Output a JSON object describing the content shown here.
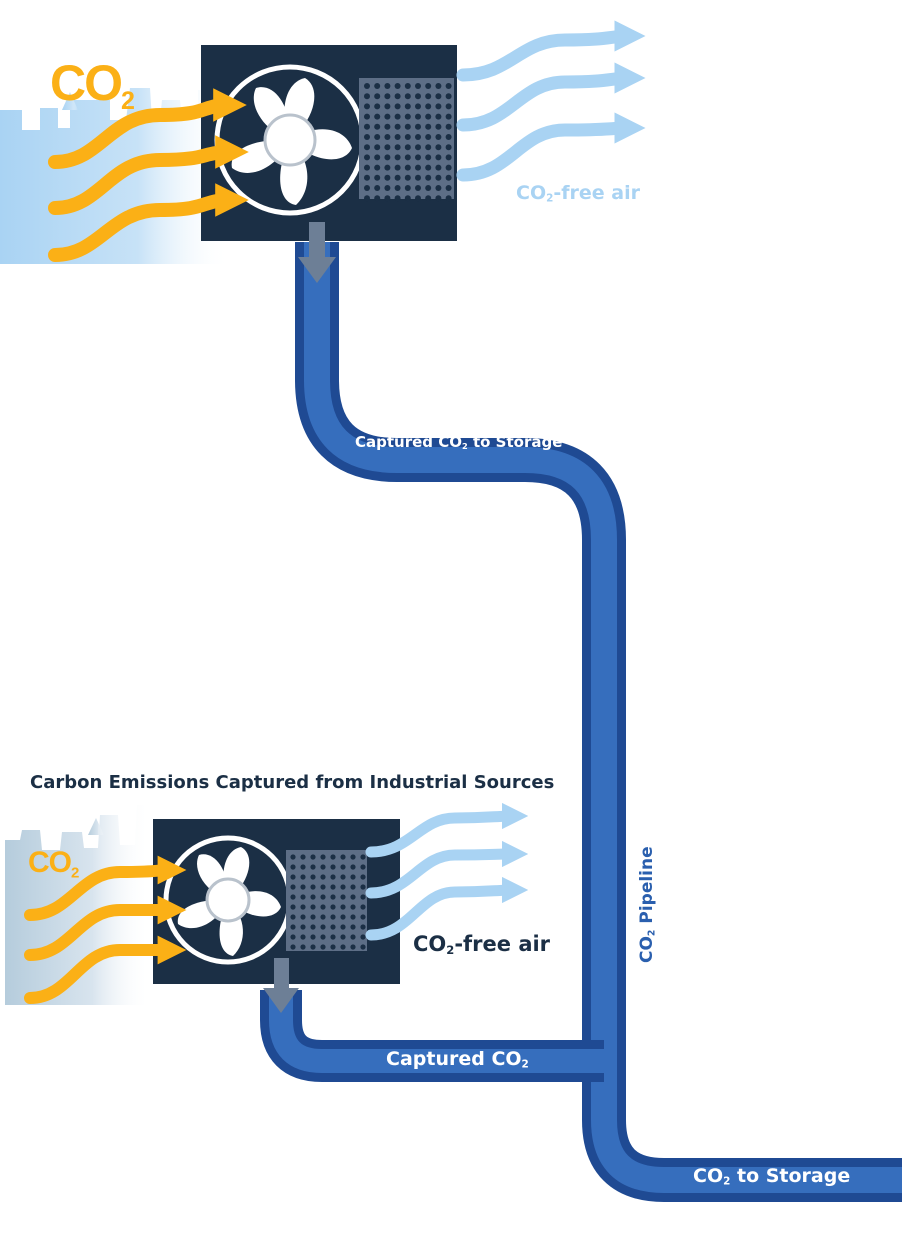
{
  "labels": {
    "co2_main": "CO",
    "co2_main_sub": "2",
    "co2_small": "CO",
    "co2_small_sub": "2",
    "free_air_top_pre": "CO",
    "free_air_top_sub": "2",
    "free_air_top_post": "-free air",
    "free_air_bottom_pre": "CO",
    "free_air_bottom_sub": "2",
    "free_air_bottom_post": "-free air",
    "captured_storage_pre": "Captured CO",
    "captured_storage_sub": "2",
    "captured_storage_post": " to Storage",
    "captured_co2_pre": "Captured CO",
    "captured_co2_sub": "2",
    "to_storage_pre": "CO",
    "to_storage_sub": "2",
    "to_storage_post": " to Storage",
    "pipeline_pre": "CO",
    "pipeline_sub": "2",
    "pipeline_post": " Pipeline",
    "heading": "Carbon Emissions Captured from Industrial Sources"
  },
  "colors": {
    "co2_orange": "#fbb016",
    "clean_air_blue": "#a9d3f3",
    "unit_navy": "#1b2f45",
    "pipe_blue": "#2a5fae",
    "pipe_dark": "#1f4a93",
    "down_arrow": "#6d7f96",
    "filter_grey": "#5d6e86"
  },
  "icons": [
    "factory-skyline-icon",
    "fan-icon",
    "filter-grid-icon",
    "wavy-arrow-icon",
    "down-arrow-icon"
  ]
}
